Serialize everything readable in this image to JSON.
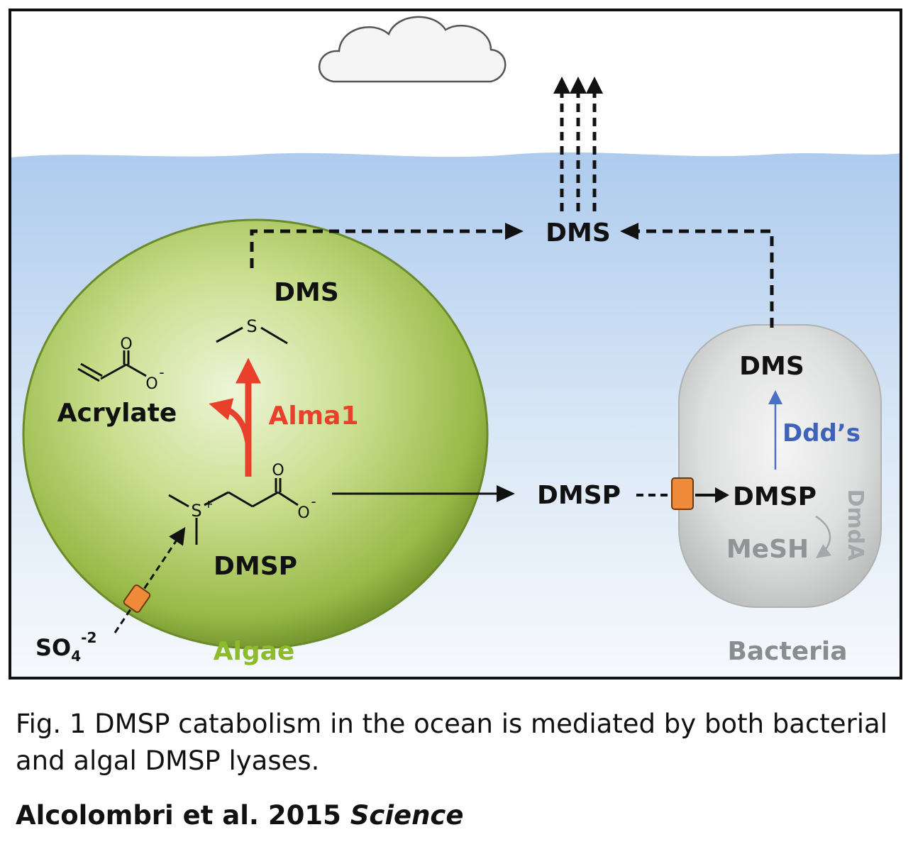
{
  "diagram": {
    "algae": {
      "label": "Algae",
      "dms": "DMS",
      "acrylate": "Acrylate",
      "enzyme": "Alma1",
      "dmsp": "DMSP",
      "sulfate_base": "SO",
      "sulfate_sub": "4",
      "sulfate_sup": "-2"
    },
    "water": {
      "dms": "DMS",
      "dmsp": "DMSP"
    },
    "bacteria": {
      "label": "Bacteria",
      "dms": "DMS",
      "enzyme": "Ddd’s",
      "dmsp": "DMSP",
      "mesh": "MeSH",
      "dmda": "DmdA"
    },
    "atoms": {
      "S": "S",
      "O": "O",
      "charge_minus": "-",
      "charge_plus": "+"
    },
    "colors": {
      "algae_label": "#8dbb2e",
      "alma1": "#e8402b",
      "ddd": "#3f63b8",
      "bacteria_label": "#888e90",
      "mesh": "#8f9597",
      "transporter": "#ef8a3a",
      "water_top": "#b7d3ef",
      "water_bottom": "#f4f8fc"
    }
  },
  "caption": {
    "text": "Fig. 1 DMSP catabolism in the ocean is mediated by both bacterial and algal DMSP lyases.",
    "authors": "Alcolombri et al. 2015 ",
    "journal": "Science"
  }
}
